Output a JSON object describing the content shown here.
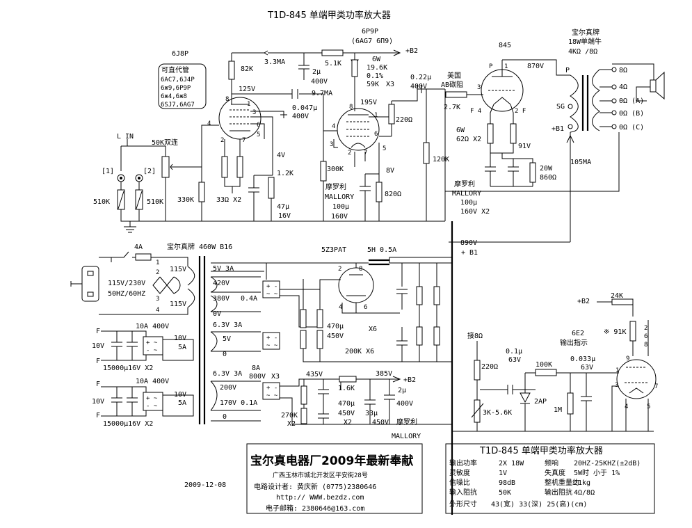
{
  "title": "T1D-845 单端甲类功率放大器",
  "header": {
    "tube_845": "845",
    "tube_6p9p": "6P9P",
    "tube_6p9p_sub": "(6AG7 6П9)",
    "b2": "+B2"
  },
  "tube_6j8p": {
    "name": "6J8P",
    "alt_title": "可直代管",
    "alt1": "6AC7,6J4P",
    "alt2": "6ж9,6P9P",
    "alt3": "6ж4,6ж8",
    "alt4": "6SJ7,6AG7"
  },
  "input": {
    "lin": "L IN",
    "ch1": "[1]",
    "ch2": "[2]",
    "r510a": "510K",
    "r510b": "510K",
    "pot": "50K双连",
    "r330": "330K"
  },
  "stage1": {
    "r82k": "82K",
    "i33": "3.3MA",
    "v125": "125V",
    "c047": "0.047μ",
    "c047v": "400V",
    "r33": "33Ω X2",
    "v4": "4V",
    "r12": "1.2K",
    "c47": "47μ",
    "c47v": "16V",
    "p8": "8",
    "p1": "1",
    "p3": "3",
    "p4": "4",
    "p6": "6",
    "p5": "5",
    "p2": "2",
    "p7": "7"
  },
  "stage2": {
    "r51k": "5.1K",
    "c2u": "2μ",
    "c2uv": "400V",
    "w6": "6W",
    "r196": "19.6K",
    "pct": "0.1%",
    "r59": "59K",
    "x3": "X3",
    "i97": "9.7MA",
    "v195": "195V",
    "r220": "220Ω",
    "r300": "300K",
    "v8": "8V",
    "r820": "820Ω",
    "mallory_cn": "摩罗利",
    "mallory": "MALLORY",
    "c100": "100μ",
    "c100v": "160V",
    "p8": "8",
    "p1": "1",
    "p4": "4",
    "p6": "6",
    "p3": "3",
    "p2": "2",
    "p7": "7",
    "p5": "5"
  },
  "stage3": {
    "c022": "0.22μ",
    "c022v": "400V",
    "cn_us": "美国",
    "ab": "AB碳阻",
    "r27": "2.7K",
    "r120": "120K",
    "p3": "3",
    "pP": "P",
    "p1": "1",
    "v870": "870V",
    "f4": "F 4",
    "f2": "2 F",
    "w6": "6W",
    "r62": "62Ω X2",
    "v91": "91V",
    "w20": "20W",
    "r860": "860Ω",
    "mallory_cn": "摩罗利",
    "mallory": "MALLORY",
    "c100": "100μ",
    "c100v": "160V X2"
  },
  "output_tf": {
    "brand": "宝尔真牌",
    "spec": "18W单端牛",
    "imp": "4KΩ /8Ω",
    "P": "P",
    "SG": "SG",
    "B1": "+B1",
    "ma105": "105MA",
    "o8": "8Ω",
    "o4": "4Ω",
    "oA": "0Ω (A)",
    "oB": "0Ω (B)",
    "oC": "0Ω (C)"
  },
  "psu": {
    "fuse": "4A",
    "ptf": "宝尔真牌 460W B16",
    "mains": "115V/230V",
    "hz": "50HZ/60HZ",
    "v115a": "115V",
    "v115b": "115V",
    "n1": "1",
    "n2": "2",
    "n3": "3",
    "n4": "4",
    "v5": "5V 3A",
    "v420": "420V",
    "v380": "380V",
    "a04": "0.4A",
    "v0": "0V",
    "h63": "6.3V 3A",
    "h5": "5V",
    "h0": "0",
    "h63b": "6.3V 3A",
    "a8": "8A",
    "v800": "800V",
    "x3b": "X3",
    "v200": "200V",
    "v170": "170V 0.1A",
    "v0b": "0",
    "rect": "5Z3PAT",
    "choke": "5H 0.5A",
    "v890": "890V",
    "b1": "+ B1",
    "c470": "470μ",
    "c470v": "450V",
    "x6a": "X6",
    "r200": "200K X6",
    "r2": "2",
    "r8": "8",
    "r4": "4",
    "r6": "6"
  },
  "filament": {
    "F1": "F",
    "F2": "F",
    "a10a": "10A 400V",
    "v10a": "10V",
    "v10b": "10V",
    "a5a": "5A",
    "c15a": "15000μ16V X2",
    "F3": "F",
    "F4": "F",
    "a10b": "10A 400V",
    "v10c": "10V",
    "v10d": "10V",
    "a5b": "5A",
    "c15b": "15000μ16V X2"
  },
  "bias_supply": {
    "v435": "435V",
    "r16": "1.6K",
    "v385": "385V",
    "b2": "+B2",
    "c2u": "2μ",
    "c2uv": "400V",
    "r270": "270K",
    "x2a": "X2",
    "c470": "470μ",
    "c470v": "450V",
    "x2b": "X2",
    "c33": "33μ",
    "c33v": "450V",
    "mallory_cn": "摩罗利",
    "mallory": "MALLORY"
  },
  "indicator": {
    "b2": "+B2",
    "r24": "24K",
    "r91": "※ 91K",
    "tube": "6E2",
    "tube_cn": "输出指示",
    "tap": "接8Ω",
    "r220": "220Ω",
    "pot": "3K-5.6K",
    "c01": "0.1μ",
    "c01v": "63V",
    "r100": "100K",
    "d": "2AP",
    "r1m": "1M",
    "c033": "0.033μ",
    "c033v": "63V",
    "p2": "2",
    "p6": "6",
    "p8": "8",
    "p9": "9",
    "p1": "1",
    "p3": "3",
    "p7": "7",
    "p4": "4",
    "p5": "5"
  },
  "maker": {
    "title": "宝尔真电器厂2009年最新奉献",
    "addr": "广西玉林市城北开发区平安街28号",
    "designer": "电路设计者: 黄庆新  (0775)2380646",
    "web": "http:// WWW.bezdz.com",
    "email": "电子邮箱: 2380646@163.com",
    "date": "2009-12-08"
  },
  "specs": {
    "title": "T1D-845 单端甲类功率放大器",
    "rows": [
      [
        "输出功率",
        "2X 18W",
        "频响",
        "20HZ-25KHZ(±2dB)"
      ],
      [
        "灵敏度",
        "1V",
        "失真度",
        "5W时 小于 1%"
      ],
      [
        "信噪比",
        "98dB",
        "整机重量约",
        "21kg"
      ],
      [
        "输入阻抗",
        "50K",
        "输出阻抗",
        "4Ω/8Ω"
      ]
    ],
    "size_label": "外形尺寸",
    "size": "43(宽) 33(深) 25(高)(cm)"
  }
}
